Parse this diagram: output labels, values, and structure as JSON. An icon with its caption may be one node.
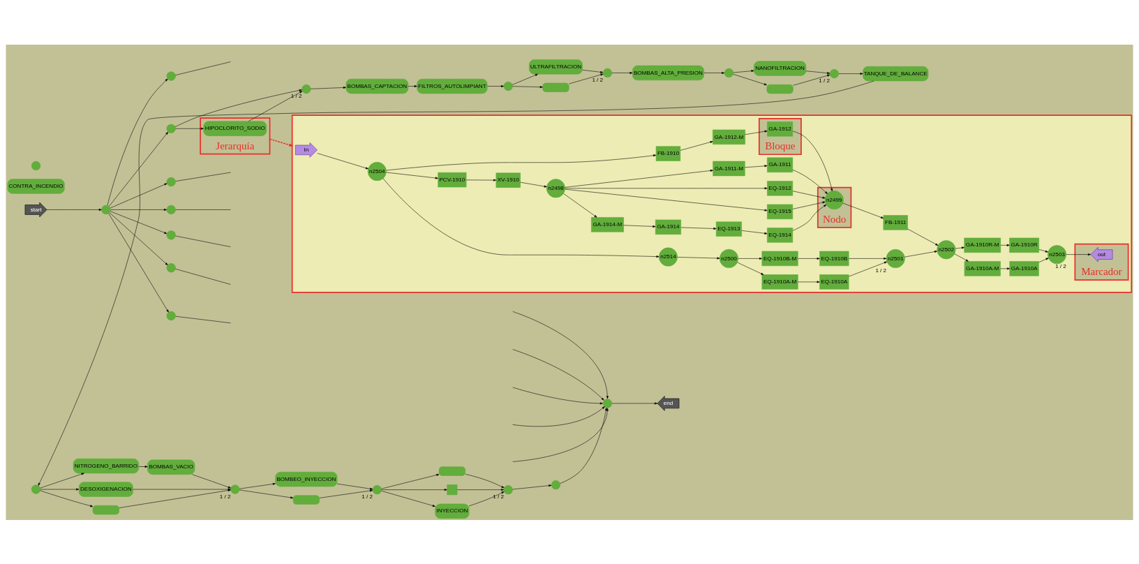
{
  "diagram": {
    "nodes": [
      {
        "text": [
          "start"
        ]
      },
      {
        "text": [],
        "shape": "circle"
      },
      {
        "text": [],
        "shape": "circle"
      },
      {
        "text": [],
        "shape": "circle",
        "beside": [
          "1 / 2"
        ]
      },
      {
        "text": [
          "BOMBAS_CAPTACION"
        ]
      },
      {
        "text": [
          "FILTROS_AUTOLIMPIANT"
        ]
      },
      {
        "text": [],
        "shape": "circle"
      },
      {
        "text": [
          "ULTRAFILTRACION"
        ]
      },
      {
        "text": [],
        "shape": "box"
      },
      {
        "text": [],
        "shape": "circle",
        "beside": [
          "1 / 2"
        ]
      },
      {
        "text": [
          "BOMBAS_ALTA_PRESION"
        ]
      },
      {
        "text": [],
        "shape": "circle"
      },
      {
        "text": [
          "NANOFILTRACION"
        ]
      },
      {
        "text": [],
        "shape": "box"
      },
      {
        "text": [],
        "shape": "circle",
        "beside": [
          "1 / 2"
        ]
      },
      {
        "text": [
          "TANQUE_DE_BALANCE"
        ]
      },
      {
        "text": [],
        "shape": "circle"
      },
      {
        "text": [
          "NITROGENO_BARRIDO"
        ]
      },
      {
        "text": [
          "BOMBAS_VACIO"
        ]
      },
      {
        "text": [
          "DESOXIGENACION"
        ]
      },
      {
        "text": [],
        "shape": "box"
      },
      {
        "text": [],
        "shape": "circle",
        "beside": [
          "1 / 2"
        ]
      },
      {
        "text": [
          "BOMBEO_INYECCION"
        ]
      },
      {
        "text": [],
        "shape": "box"
      },
      {
        "text": [],
        "shape": "circle",
        "beside": [
          "1 / 2"
        ]
      },
      {
        "text": [],
        "shape": "box"
      },
      {
        "text": [
          "INYECCION"
        ]
      },
      {
        "text": [],
        "shape": "box"
      },
      {
        "text": [],
        "shape": "circle",
        "beside": [
          "1 / 2"
        ]
      },
      {
        "text": [],
        "shape": "circle"
      },
      {
        "text": [
          "Jerarquía"
        ]
      },
      {
        "text": [
          "HIPOCLORITO_SODIO"
        ],
        "in": 30
      },
      {
        "text": [],
        "shape": "circle"
      },
      {
        "text": [],
        "shape": "circle"
      },
      {
        "text": [],
        "shape": "circle"
      },
      {
        "text": [],
        "shape": "circle"
      },
      {
        "text": [],
        "shape": "circle"
      },
      {
        "text": [],
        "shape": "circle"
      },
      {
        "text": [
          "CONTRA_INCENDIO"
        ]
      },
      {
        "text": [],
        "shape": "circle"
      },
      {
        "text": [],
        "shape": "circle"
      },
      {
        "text": [
          "end"
        ]
      },
      {
        "text": [],
        "shape": "box"
      },
      {
        "text": [
          "In"
        ],
        "in": 42
      },
      {
        "text": [
          "n2504"
        ],
        "in": 42
      },
      {
        "text": [
          "n2514"
        ],
        "in": 42
      },
      {
        "text": [
          "PCV-1910"
        ],
        "in": 42
      },
      {
        "text": [
          "XV-1910"
        ],
        "in": 42
      },
      {
        "text": [
          "n2498"
        ],
        "in": 42
      },
      {
        "text": [
          "GA-1914-M"
        ],
        "in": 42
      },
      {
        "text": [
          "GA-1914"
        ],
        "in": 42
      },
      {
        "text": [
          "EQ-1913"
        ],
        "in": 42
      },
      {
        "text": [
          "EQ-1914"
        ],
        "in": 42
      },
      {
        "text": [
          "EQ-1915"
        ],
        "in": 42
      },
      {
        "text": [
          "EQ-1912"
        ],
        "in": 42
      },
      {
        "text": [
          "GA-1911-M"
        ],
        "in": 42
      },
      {
        "text": [
          "GA-1911"
        ],
        "in": 42
      },
      {
        "text": [
          "FB-1910"
        ],
        "in": 42
      },
      {
        "text": [
          "GA-1912-M"
        ],
        "in": 42
      },
      {
        "text": [
          "Bloque"
        ],
        "in": 42
      },
      {
        "text": [
          "GA-1912"
        ],
        "in": 59
      },
      {
        "text": [
          "Nodo"
        ],
        "in": 42
      },
      {
        "text": [
          "n2499"
        ],
        "in": 61
      },
      {
        "text": [
          "n2500"
        ],
        "in": 42
      },
      {
        "text": [
          "EQ-1910A-M"
        ],
        "in": 42
      },
      {
        "text": [
          "EQ-1910A"
        ],
        "in": 42
      },
      {
        "text": [
          "EQ-1910B-M"
        ],
        "in": 42
      },
      {
        "text": [
          "EQ-1910B"
        ],
        "in": 42
      },
      {
        "text": [
          "n2501"
        ],
        "in": 42,
        "beside": [
          "1 / 2"
        ]
      },
      {
        "text": [
          "FB-1911"
        ],
        "in": 42
      },
      {
        "text": [
          "n2502"
        ],
        "in": 42
      },
      {
        "text": [
          "GA-1910A-M"
        ],
        "in": 42
      },
      {
        "text": [
          "GA-1910A"
        ],
        "in": 42
      },
      {
        "text": [
          "GA-1910R-M"
        ],
        "in": 42
      },
      {
        "text": [
          "GA-1910R"
        ],
        "in": 42
      },
      {
        "text": [
          "n2503"
        ],
        "in": 42,
        "beside": [
          "1 / 2"
        ]
      },
      {
        "text": [
          "Marcador"
        ],
        "in": 42
      },
      {
        "text": [
          "out"
        ],
        "in": 76
      }
    ],
    "edges": [
      {
        "from": 0,
        "to": 1,
        "arrow": "to"
      },
      {
        "from": 1,
        "to": 2,
        "arrow": "to"
      },
      {
        "from": 1,
        "to": 32,
        "arrow": "to"
      },
      {
        "from": 1,
        "to": 33,
        "arrow": "to"
      },
      {
        "from": 1,
        "to": 34,
        "arrow": "to"
      },
      {
        "from": 1,
        "to": 35,
        "arrow": "to"
      },
      {
        "from": 1,
        "to": 36,
        "arrow": "to"
      },
      {
        "from": 1,
        "to": 37,
        "arrow": "to"
      },
      {
        "from": 2,
        "to": 3,
        "arrow": "to"
      },
      {
        "from": 2,
        "to": 31,
        "arrow": "to"
      },
      {
        "from": 31,
        "to": 3,
        "arrow": "to"
      },
      {
        "from": 3,
        "to": 4,
        "arrow": "to"
      },
      {
        "from": 4,
        "to": 5,
        "arrow": "to"
      },
      {
        "from": 5,
        "to": 6,
        "arrow": "to"
      },
      {
        "from": 6,
        "to": 7,
        "arrow": "to"
      },
      {
        "from": 6,
        "to": 8,
        "arrow": "to"
      },
      {
        "from": 7,
        "to": 9,
        "arrow": "to"
      },
      {
        "from": 8,
        "to": 9,
        "arrow": "to"
      },
      {
        "from": 9,
        "to": 10,
        "arrow": "to"
      },
      {
        "from": 10,
        "to": 11,
        "arrow": "to"
      },
      {
        "from": 11,
        "to": 12,
        "arrow": "to"
      },
      {
        "from": 11,
        "to": 13,
        "arrow": "to"
      },
      {
        "from": 12,
        "to": 14,
        "arrow": "to"
      },
      {
        "from": 13,
        "to": 14,
        "arrow": "to"
      },
      {
        "from": 14,
        "to": 15,
        "arrow": "to"
      },
      {
        "from": 15,
        "to": 16,
        "arrow": "to"
      },
      {
        "from": 16,
        "to": 17,
        "arrow": "to"
      },
      {
        "from": 17,
        "to": 18,
        "arrow": "to"
      },
      {
        "from": 18,
        "to": 21,
        "arrow": "to"
      },
      {
        "from": 16,
        "to": 19,
        "arrow": "to"
      },
      {
        "from": 16,
        "to": 20,
        "arrow": "to"
      },
      {
        "from": 19,
        "to": 21,
        "arrow": "to"
      },
      {
        "from": 20,
        "to": 21,
        "arrow": "to"
      },
      {
        "from": 21,
        "to": 22,
        "arrow": "to"
      },
      {
        "from": 21,
        "to": 23,
        "arrow": "to"
      },
      {
        "from": 22,
        "to": 24,
        "arrow": "to"
      },
      {
        "from": 23,
        "to": 24,
        "arrow": "to"
      },
      {
        "from": 24,
        "to": 25,
        "arrow": "to"
      },
      {
        "from": 24,
        "to": 26,
        "arrow": "to"
      },
      {
        "from": 24,
        "to": 27,
        "arrow": "to"
      },
      {
        "from": 25,
        "to": 28,
        "arrow": "to"
      },
      {
        "from": 26,
        "to": 28,
        "arrow": "to"
      },
      {
        "from": 27,
        "to": 28,
        "arrow": "to"
      },
      {
        "from": 28,
        "to": 29,
        "arrow": "to"
      },
      {
        "from": 29,
        "to": 40,
        "arrow": "to"
      },
      {
        "from": 40,
        "to": 41,
        "arrow": "to"
      },
      {
        "from": 32,
        "to": null,
        "arrow": "none"
      },
      {
        "from": 33,
        "to": null,
        "arrow": "none"
      },
      {
        "from": 34,
        "to": null,
        "arrow": "none"
      },
      {
        "from": 35,
        "to": null,
        "arrow": "none"
      },
      {
        "from": 36,
        "to": null,
        "arrow": "none"
      },
      {
        "from": 37,
        "to": null,
        "arrow": "none"
      },
      {
        "from": null,
        "to": 40,
        "arrow": "to"
      },
      {
        "from": null,
        "to": 40,
        "arrow": "to"
      },
      {
        "from": null,
        "to": 40,
        "arrow": "to"
      },
      {
        "from": null,
        "to": 40,
        "arrow": "to"
      },
      {
        "from": null,
        "to": 40,
        "arrow": "to"
      },
      {
        "from": 30,
        "to": 42,
        "arrow": "to",
        "style": "dashed",
        "color": "#e8302a"
      },
      {
        "from": 43,
        "to": 44,
        "arrow": "to"
      },
      {
        "from": 44,
        "to": 45,
        "arrow": "to"
      },
      {
        "from": 44,
        "to": 46,
        "arrow": "to"
      },
      {
        "from": 46,
        "to": 47,
        "arrow": "to"
      },
      {
        "from": 47,
        "to": 48,
        "arrow": "to"
      },
      {
        "from": 44,
        "to": 57,
        "arrow": "to"
      },
      {
        "from": 45,
        "to": 63,
        "arrow": "to"
      },
      {
        "from": 48,
        "to": 49,
        "arrow": "to"
      },
      {
        "from": 49,
        "to": 50,
        "arrow": "to"
      },
      {
        "from": 50,
        "to": 51,
        "arrow": "to"
      },
      {
        "from": 51,
        "to": 52,
        "arrow": "to"
      },
      {
        "from": 52,
        "to": 62,
        "arrow": "to"
      },
      {
        "from": 48,
        "to": 53,
        "arrow": "to"
      },
      {
        "from": 53,
        "to": 62,
        "arrow": "to"
      },
      {
        "from": 48,
        "to": 54,
        "arrow": "to"
      },
      {
        "from": 54,
        "to": 62,
        "arrow": "to"
      },
      {
        "from": 48,
        "to": 55,
        "arrow": "to"
      },
      {
        "from": 55,
        "to": 56,
        "arrow": "to"
      },
      {
        "from": 56,
        "to": 62,
        "arrow": "to"
      },
      {
        "from": 57,
        "to": 58,
        "arrow": "to"
      },
      {
        "from": 58,
        "to": 60,
        "arrow": "to"
      },
      {
        "from": 60,
        "to": 62,
        "arrow": "to"
      },
      {
        "from": 62,
        "to": 69,
        "arrow": "to"
      },
      {
        "from": 69,
        "to": 70,
        "arrow": "to"
      },
      {
        "from": 63,
        "to": 64,
        "arrow": "to"
      },
      {
        "from": 64,
        "to": 65,
        "arrow": "to"
      },
      {
        "from": 65,
        "to": 68,
        "arrow": "to"
      },
      {
        "from": 63,
        "to": 66,
        "arrow": "to"
      },
      {
        "from": 66,
        "to": 67,
        "arrow": "to"
      },
      {
        "from": 67,
        "to": 68,
        "arrow": "to"
      },
      {
        "from": 68,
        "to": 70,
        "arrow": "to"
      },
      {
        "from": 70,
        "to": 71,
        "arrow": "to"
      },
      {
        "from": 71,
        "to": 72,
        "arrow": "to"
      },
      {
        "from": 72,
        "to": 75,
        "arrow": "to"
      },
      {
        "from": 70,
        "to": 73,
        "arrow": "to"
      },
      {
        "from": 73,
        "to": 74,
        "arrow": "to"
      },
      {
        "from": 74,
        "to": 75,
        "arrow": "to"
      },
      {
        "from": 75,
        "to": 77,
        "arrow": "to"
      }
    ]
  }
}
